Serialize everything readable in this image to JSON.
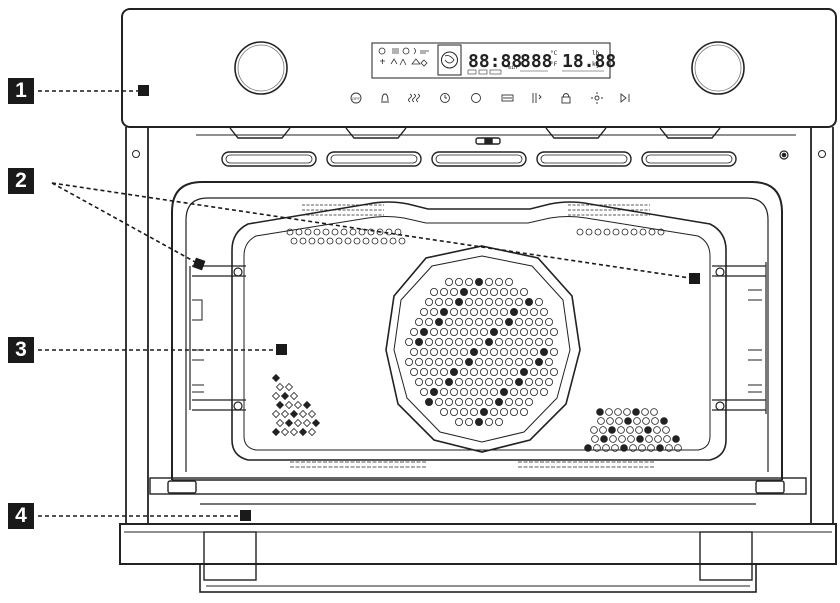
{
  "callouts": [
    {
      "number": "1"
    },
    {
      "number": "2"
    },
    {
      "number": "3"
    },
    {
      "number": "4"
    }
  ],
  "display": {
    "time_digits": "88:88",
    "temp_digits": "888",
    "weight_digits": "18.88",
    "temp_unit_c": "°C",
    "temp_unit_f": "°F",
    "weight_unit_lb": "lb",
    "weight_unit_kg": "kg",
    "min_unit": "min",
    "off_label": "OFF"
  },
  "colors": {
    "line": "#1a1a1a",
    "callout_bg": "#1a1a1a",
    "callout_text": "#ffffff",
    "panel_stroke": "#222222"
  },
  "icons": [
    "off-icon",
    "bell-icon",
    "steam-icon",
    "timer-icon",
    "defrost-icon",
    "grill-icon",
    "fan-icon",
    "lock-icon",
    "light-icon",
    "start-icon"
  ]
}
